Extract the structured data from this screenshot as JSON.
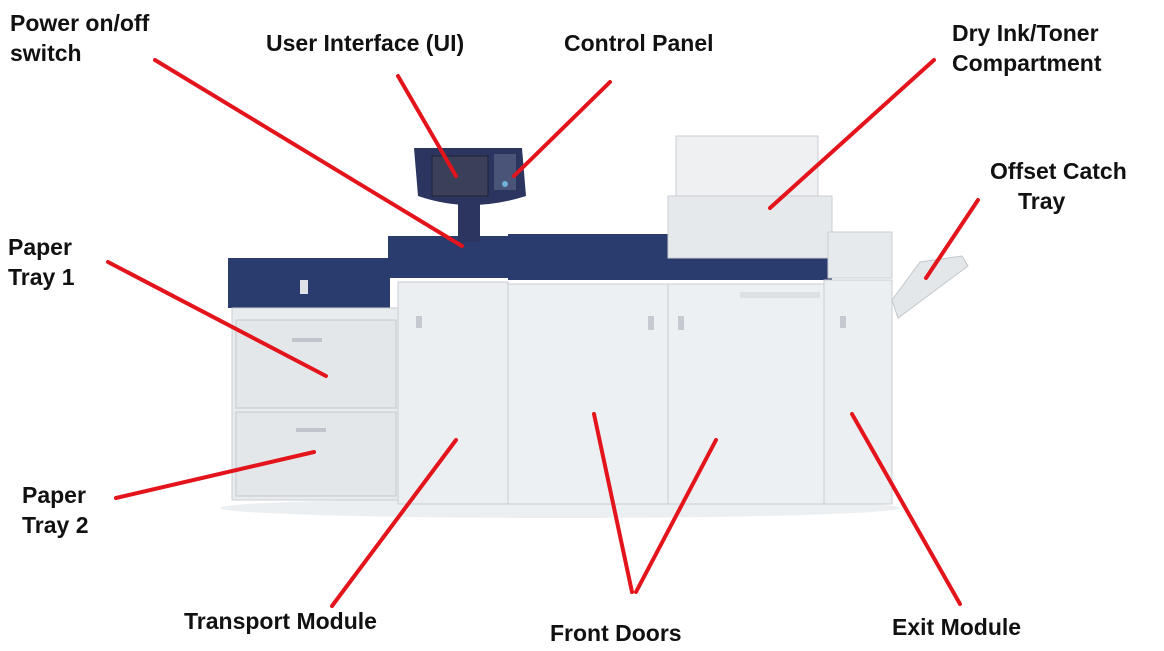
{
  "labels": {
    "power_switch": {
      "line1": "Power on/off",
      "line2": "switch"
    },
    "user_interface": {
      "line1": "User Interface (UI)"
    },
    "control_panel": {
      "line1": "Control Panel"
    },
    "toner_compartment": {
      "line1": "Dry Ink/Toner",
      "line2": "Compartment"
    },
    "offset_catch_tray": {
      "line1": "Offset Catch",
      "line2": "Tray"
    },
    "paper_tray_1": {
      "line1": "Paper",
      "line2": "Tray 1"
    },
    "paper_tray_2": {
      "line1": "Paper",
      "line2": "Tray 2"
    },
    "transport_module": {
      "line1": "Transport Module"
    },
    "front_doors": {
      "line1": "Front Doors"
    },
    "exit_module": {
      "line1": "Exit Module"
    }
  },
  "colors": {
    "leader_line": "#e3141b",
    "machine_body": "#e9ecee",
    "machine_shadow": "#c9ced3",
    "machine_top": "#2a3b6e",
    "screen": "#3b3f57",
    "ui_pod": "#2c3560"
  }
}
